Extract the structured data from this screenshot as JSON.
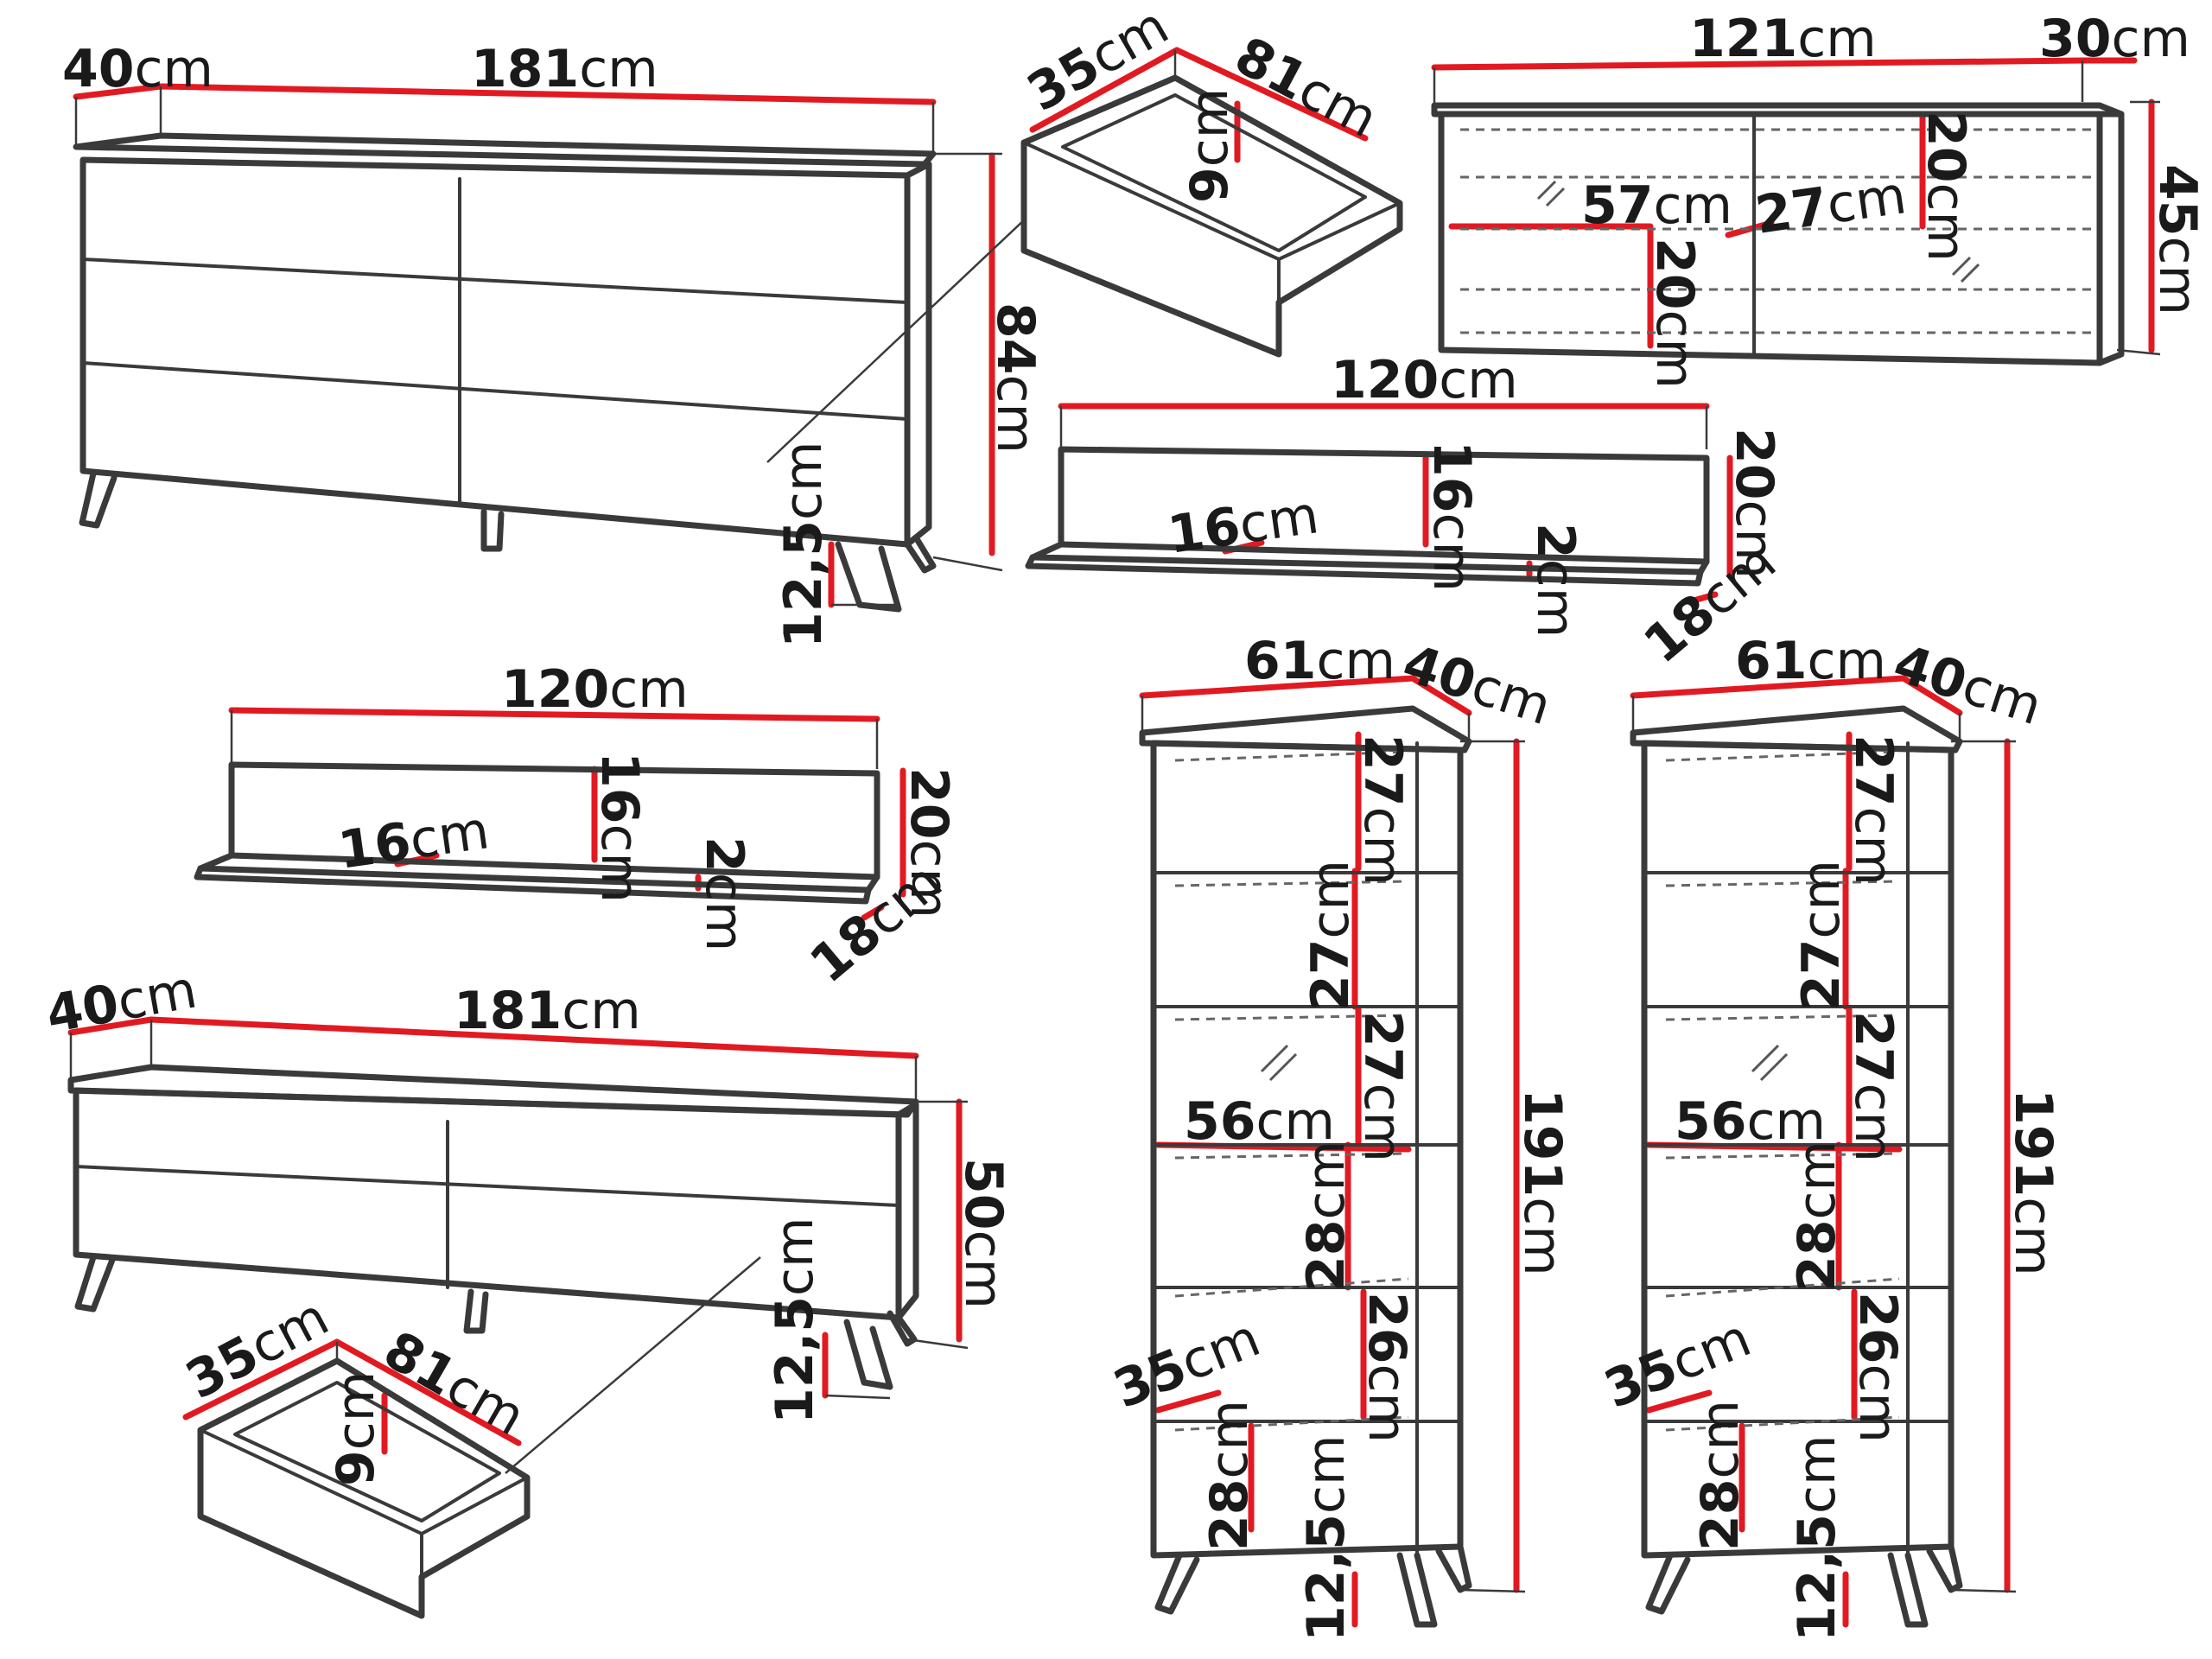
{
  "sideboard_large": {
    "depth": "40",
    "width": "181",
    "height": "84",
    "leg": "12,5",
    "drawer_depth": "35",
    "drawer_width": "81",
    "drawer_height": "9"
  },
  "wall_cabinet": {
    "width": "121",
    "depth": "30",
    "height": "45",
    "inner_width": "57",
    "inner_depth": "27",
    "shelf_top": "20",
    "shelf_bottom": "20"
  },
  "shelf_right": {
    "width": "120",
    "height": "20",
    "back": "16",
    "depth": "16",
    "thickness": "2",
    "ledge": "18"
  },
  "shelf_left": {
    "width": "120",
    "height": "20",
    "back": "16",
    "depth": "16",
    "thickness": "2",
    "ledge": "18"
  },
  "sideboard_low": {
    "depth": "40",
    "width": "181",
    "height": "50",
    "leg": "12,5",
    "drawer_depth": "35",
    "drawer_width": "81",
    "drawer_height": "9"
  },
  "bookcase_a": {
    "width": "61",
    "depth": "40",
    "height": "191",
    "inner_width": "56",
    "s1": "27",
    "s2": "27",
    "s3": "27",
    "s4": "28",
    "s5": "26",
    "bottom": "28",
    "leg": "12,5",
    "bottom_depth": "35"
  },
  "bookcase_b": {
    "width": "61",
    "depth": "40",
    "height": "191",
    "inner_width": "56",
    "s1": "27",
    "s2": "27",
    "s3": "27",
    "s4": "28",
    "s5": "26",
    "bottom": "28",
    "leg": "12,5",
    "bottom_depth": "35"
  },
  "unit": "cm",
  "colors": {
    "outline": "#3a3a3a",
    "dimension": "#e11a22",
    "text": "#1a1a1a"
  }
}
